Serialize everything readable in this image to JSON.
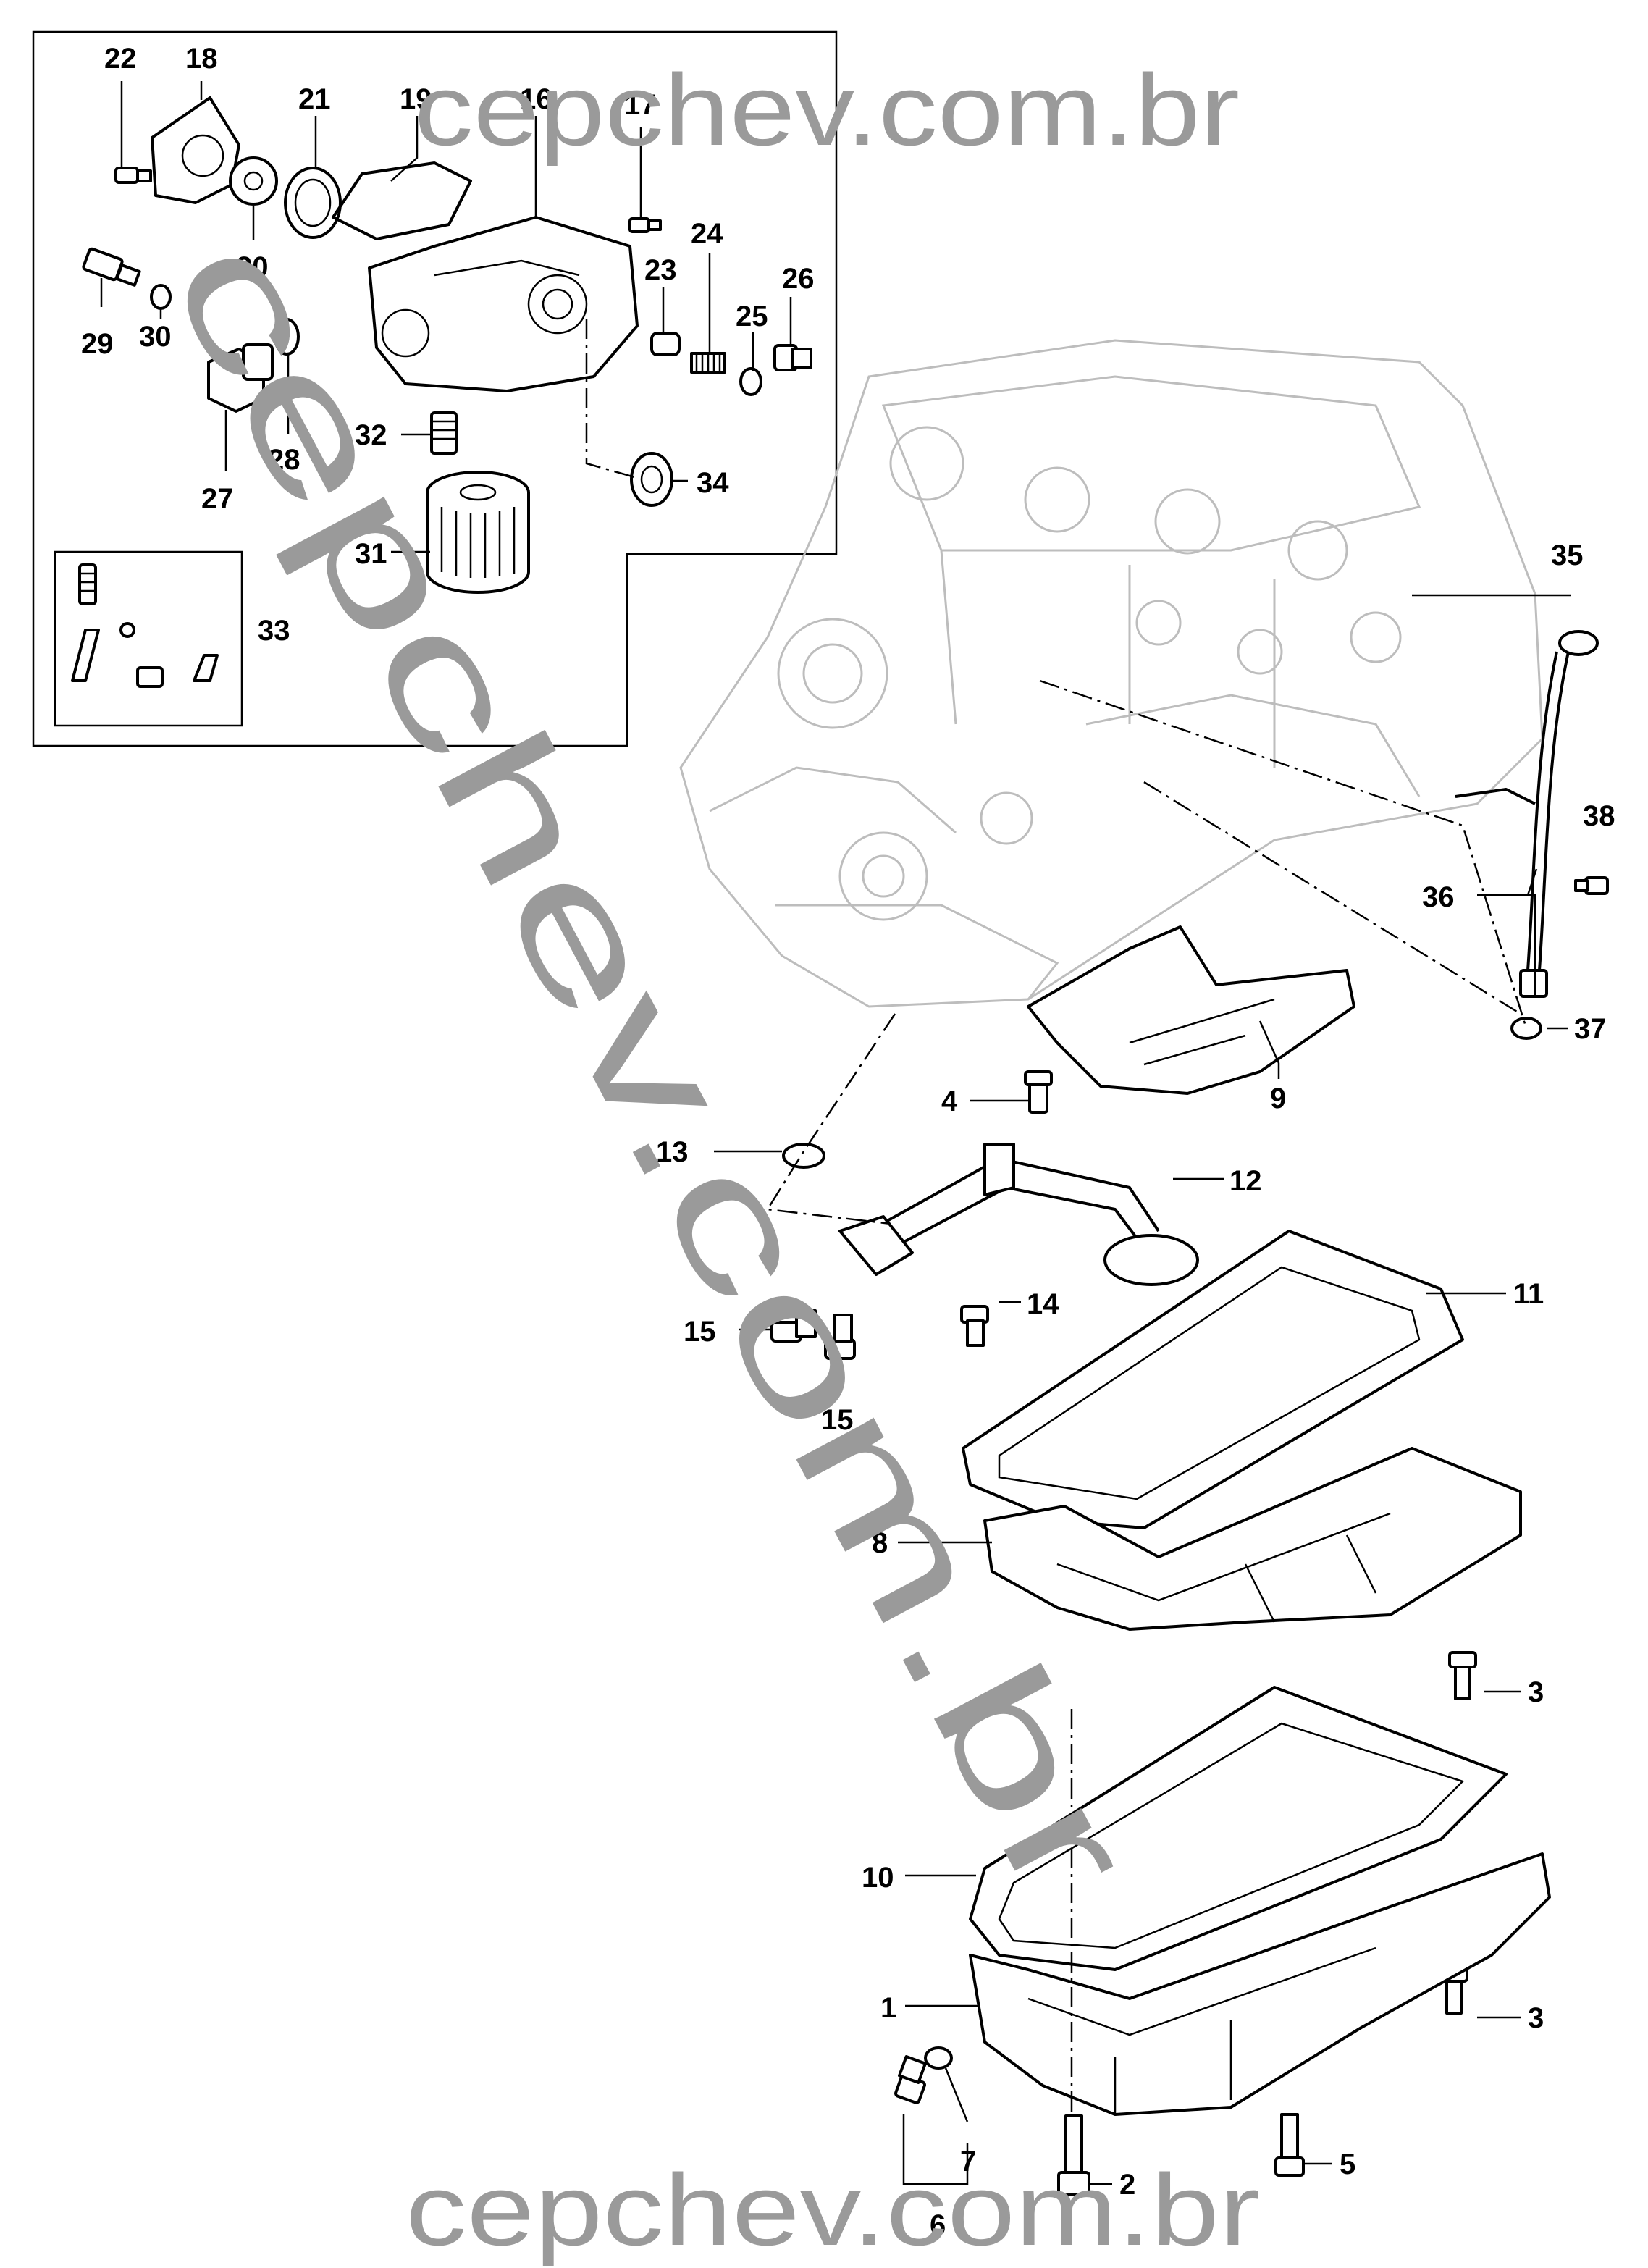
{
  "watermark": {
    "top": "cepchev.com.br",
    "diagonal": "cepchev.com.br",
    "bottom": "cepchev.com.br"
  },
  "callouts": [
    {
      "id": "c1",
      "text": "1"
    },
    {
      "id": "c2",
      "text": "2"
    },
    {
      "id": "c3a",
      "text": "3"
    },
    {
      "id": "c3b",
      "text": "3"
    },
    {
      "id": "c4",
      "text": "4"
    },
    {
      "id": "c5",
      "text": "5"
    },
    {
      "id": "c6",
      "text": "6"
    },
    {
      "id": "c7",
      "text": "7"
    },
    {
      "id": "c8",
      "text": "8"
    },
    {
      "id": "c9",
      "text": "9"
    },
    {
      "id": "c10",
      "text": "10"
    },
    {
      "id": "c11",
      "text": "11"
    },
    {
      "id": "c12",
      "text": "12"
    },
    {
      "id": "c13",
      "text": "13"
    },
    {
      "id": "c14",
      "text": "14"
    },
    {
      "id": "c15a",
      "text": "15"
    },
    {
      "id": "c15b",
      "text": "15"
    },
    {
      "id": "c16",
      "text": "16"
    },
    {
      "id": "c17",
      "text": "17"
    },
    {
      "id": "c18",
      "text": "18"
    },
    {
      "id": "c19",
      "text": "19"
    },
    {
      "id": "c20",
      "text": "20"
    },
    {
      "id": "c21",
      "text": "21"
    },
    {
      "id": "c22",
      "text": "22"
    },
    {
      "id": "c23",
      "text": "23"
    },
    {
      "id": "c24",
      "text": "24"
    },
    {
      "id": "c25",
      "text": "25"
    },
    {
      "id": "c26",
      "text": "26"
    },
    {
      "id": "c27",
      "text": "27"
    },
    {
      "id": "c28",
      "text": "28"
    },
    {
      "id": "c29",
      "text": "29"
    },
    {
      "id": "c30",
      "text": "30"
    },
    {
      "id": "c31",
      "text": "31"
    },
    {
      "id": "c32",
      "text": "32"
    },
    {
      "id": "c33",
      "text": "33"
    },
    {
      "id": "c34",
      "text": "34"
    },
    {
      "id": "c35",
      "text": "35"
    },
    {
      "id": "c36",
      "text": "36"
    },
    {
      "id": "c37",
      "text": "37"
    },
    {
      "id": "c38",
      "text": "38"
    }
  ]
}
